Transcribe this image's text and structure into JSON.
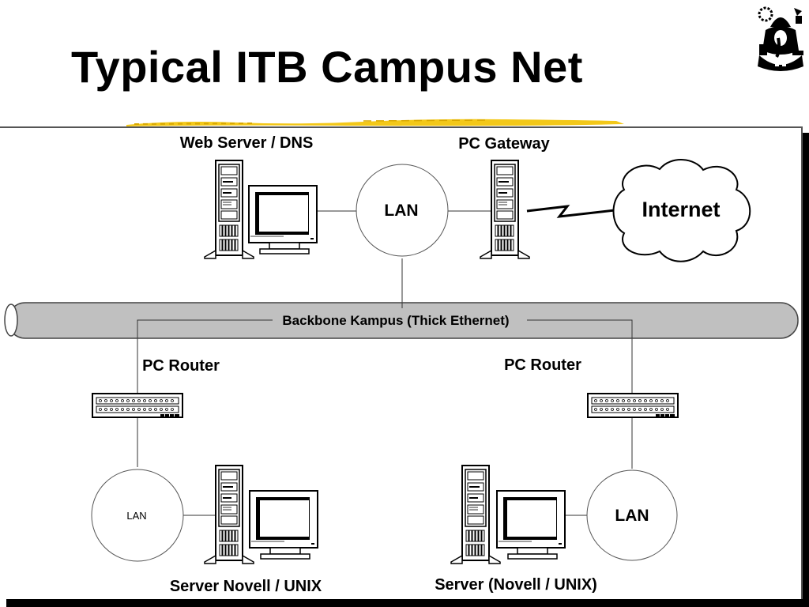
{
  "slide": {
    "title": "Typical ITB Campus Net",
    "logo": "itb-ganesha-logo",
    "accent_underline_color": "#f2c200",
    "backbone_color": "#c0c0c0"
  },
  "nodes": {
    "web_server": {
      "label": "Web Server / DNS",
      "icon": "server-workstation-icon"
    },
    "pc_gateway": {
      "label": "PC Gateway",
      "icon": "tower-server-icon"
    },
    "internet": {
      "label": "Internet",
      "icon": "cloud-icon"
    },
    "lan_top": {
      "label": "LAN"
    },
    "backbone": {
      "label": "Backbone Kampus (Thick Ethernet)"
    },
    "router_left": {
      "label": "PC Router",
      "icon": "router-icon"
    },
    "router_right": {
      "label": "PC Router",
      "icon": "router-icon"
    },
    "lan_bottom_left": {
      "label": "LAN"
    },
    "lan_bottom_right": {
      "label": "LAN"
    },
    "server_left": {
      "label": "Server Novell / UNIX",
      "icon": "server-workstation-icon"
    },
    "server_right": {
      "label": "Server (Novell / UNIX)",
      "icon": "server-workstation-icon"
    }
  }
}
